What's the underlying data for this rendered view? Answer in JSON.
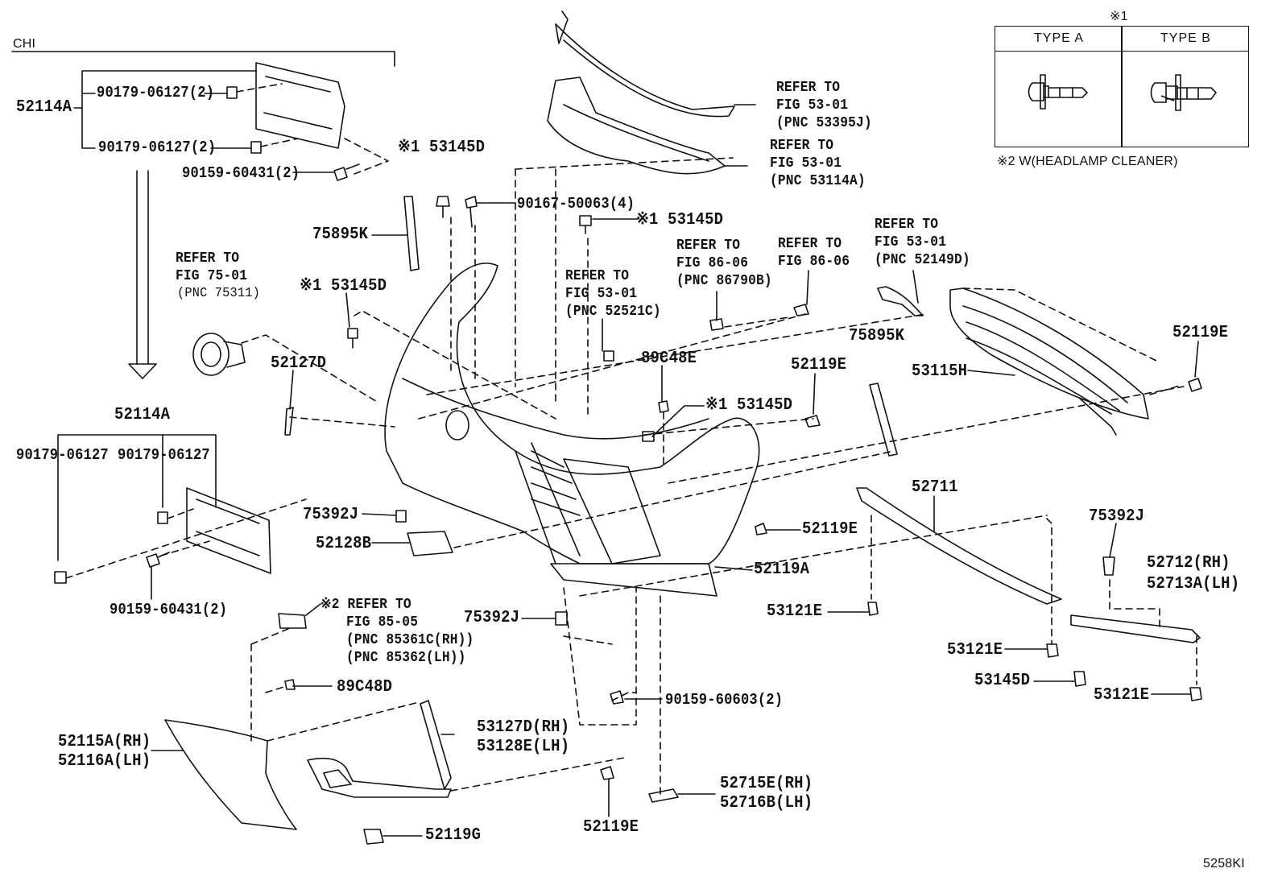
{
  "labels": {
    "chi": "CHI",
    "top_52114A": "52114A",
    "bolt_top_1": "90179-06127(2)",
    "bolt_top_2": "90179-06127(2)",
    "screw_top": "90159-60431(2)",
    "ref_75": [
      "REFER TO",
      "FIG 75-01",
      "(PNC 75311)"
    ],
    "mid_52114A": "52114A",
    "nut_left": "90179-06127",
    "nut_right": "90179-06127",
    "screw_bottom": "90159-60431(2)",
    "p75895K_left": "75895K",
    "star1_53145D_top": "※1 53145D",
    "star1_53145D_left": "※1 53145D",
    "p52127D": "52127D",
    "screw_90167": "90167-50063(4)",
    "star1_53145D_mid": "※1 53145D",
    "ref_53395J": [
      "REFER TO",
      "FIG 53-01",
      "(PNC 53395J)"
    ],
    "ref_53114A": [
      "REFER TO",
      "FIG 53-01",
      "(PNC 53114A)"
    ],
    "ref_86790B": [
      "REFER TO",
      "FIG 86-06",
      "(PNC 86790B)"
    ],
    "ref_86_06": [
      "REFER TO",
      "FIG 86-06"
    ],
    "ref_52149D": [
      "REFER TO",
      "FIG 53-01",
      "(PNC 52149D)"
    ],
    "ref_52521C": [
      "REFER TO",
      "FIG 53-01",
      "(PNC 52521C)"
    ],
    "p89C48E": "89C48E",
    "star1_53145D_center": "※1 53145D",
    "p52119E_center": "52119E",
    "p75895K_right": "75895K",
    "p53115H": "53115H",
    "p52119E_right": "52119E",
    "p75392J_left": "75392J",
    "p52128B": "52128B",
    "p52119E_mid": "52119E",
    "p52119A": "52119A",
    "p52711": "52711",
    "p75392J_right": "75392J",
    "p52712_rh": "52712(RH)",
    "p52713A_lh": "52713A(LH)",
    "p53121E_a": "53121E",
    "p53121E_b": "53121E",
    "p53121E_c": "53121E",
    "p53145D_bottom": "53145D",
    "ref_85_05": [
      "※2 REFER TO",
      "FIG 85-05",
      "(PNC 85361C(RH))",
      "(PNC 85362(LH))"
    ],
    "p75392J_bottom": "75392J",
    "p89C48D": "89C48D",
    "p90159_60603": "90159-60603(2)",
    "p52115A_rh": "52115A(RH)",
    "p52116A_lh": "52116A(LH)",
    "p53127D_rh": "53127D(RH)",
    "p53128E_lh": "53128E(LH)",
    "p52715E_rh": "52715E(RH)",
    "p52716B_lh": "52716B(LH)",
    "p52119E_bottom": "52119E",
    "p52119G": "52119G",
    "figure_code": "5258KI"
  },
  "inset": {
    "note": "※1",
    "type_a": "TYPE A",
    "type_b": "TYPE B",
    "footnote": "※2 W(HEADLAMP CLEANER)"
  },
  "colors": {
    "ink": "#111111",
    "paper": "#ffffff"
  }
}
